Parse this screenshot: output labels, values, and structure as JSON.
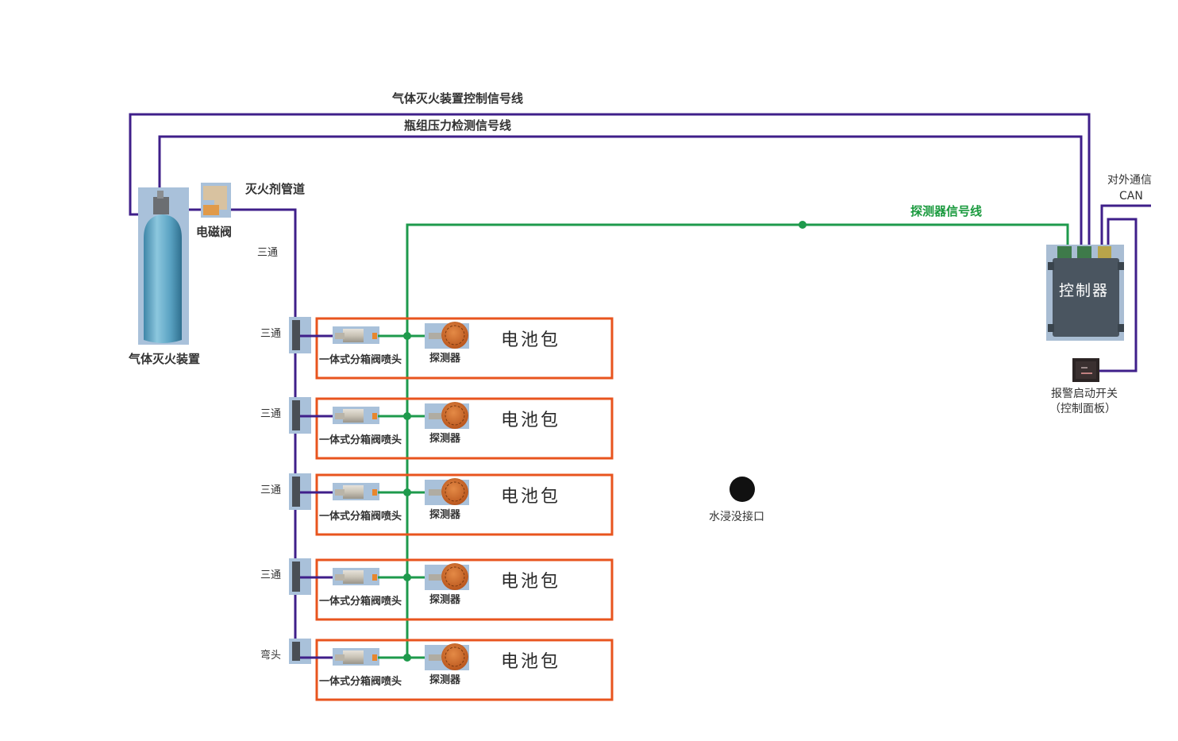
{
  "colors": {
    "pipe": "#3f1f8a",
    "detector_line": "#1e9a4c",
    "battery_border": "#e8541e",
    "controller_body": "#4a5560",
    "controller_bg": "#a9bdd3",
    "cylinder": "#5aa2c2",
    "detector_head": "#d9722e",
    "component_bg": "#a9c1da"
  },
  "labels": {
    "control_signal_line": "气体灭火装置控制信号线",
    "pressure_signal_line": "瓶组压力检测信号线",
    "agent_pipe": "灭火剂管道",
    "solenoid_valve": "电磁阀",
    "gas_device": "气体灭火装置",
    "tee_top": "三通",
    "detector_signal_line": "探测器信号线",
    "external_comm": "对外通信",
    "can": "CAN",
    "controller": "控制器",
    "alarm_switch": "报警启动开关",
    "control_panel": "（控制面板）",
    "water_immersion_port": "水浸没接口"
  },
  "battery_packs": [
    {
      "fitting": "三通",
      "nozzle": "一体式分箱阀喷头",
      "detector": "探测器",
      "pack": "电池包"
    },
    {
      "fitting": "三通",
      "nozzle": "一体式分箱阀喷头",
      "detector": "探测器",
      "pack": "电池包"
    },
    {
      "fitting": "三通",
      "nozzle": "一体式分箱阀喷头",
      "detector": "探测器",
      "pack": "电池包"
    },
    {
      "fitting": "三通",
      "nozzle": "一体式分箱阀喷头",
      "detector": "探测器",
      "pack": "电池包"
    },
    {
      "fitting": "弯头",
      "nozzle": "一体式分箱阀喷头",
      "detector": "探测器",
      "pack": "电池包"
    }
  ]
}
